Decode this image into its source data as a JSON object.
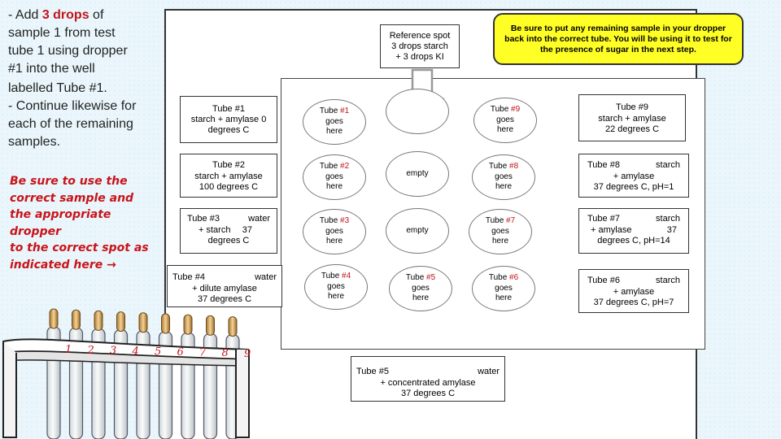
{
  "instructions": {
    "line1_pre": "- Add ",
    "line1_hl": "3 drops",
    "line1_post": "  of",
    "line2": "sample 1 from test",
    "line3": "tube 1 using dropper",
    "line4": "#1 into the well",
    "line5": "labelled Tube #1.",
    "line6": "- Continue likewise for",
    "line7": "each of the remaining",
    "line8": "samples.",
    "warn1": "Be sure to use the",
    "warn2": "correct sample and",
    "warn3": "the appropriate dropper",
    "warn4": "to the correct spot as",
    "warn5": "indicated here →"
  },
  "reference": {
    "l1": "Reference spot",
    "l2": "3 drops starch",
    "l3": "+ 3 drops KI"
  },
  "note": "Be sure to put any remaining sample in your dropper back into the correct tube. You will be using it to test for the presence of sugar in the next step.",
  "left_tubes": [
    {
      "l1": "Tube #1",
      "l2": "starch + amylase  0",
      "l3": "degrees C"
    },
    {
      "l1": "Tube #2",
      "l2": "starch + amylase",
      "l3": "100 degrees C"
    },
    {
      "a": "Tube #3",
      "b": "water",
      "l2a": "+ starch",
      "l2b": "37",
      "l3": "degrees C"
    },
    {
      "a": "Tube #4",
      "b": "water",
      "l2": "+ dilute amylase",
      "l3": "37 degrees C"
    }
  ],
  "right_tubes": [
    {
      "l1": "Tube #9",
      "l2": "starch + amylase",
      "l3": "22 degrees C"
    },
    {
      "a": "Tube #8",
      "b": "starch",
      "l2": "+ amylase",
      "l3": "37 degrees C, pH=1"
    },
    {
      "a": "Tube #7",
      "b": "starch",
      "l2a": "+ amylase",
      "l2b": "37",
      "l3": "degrees C, pH=14"
    },
    {
      "a": "Tube #6",
      "b": "starch",
      "l2": "+ amylase",
      "l3": "37 degrees C, pH=7"
    }
  ],
  "bottom_tube": {
    "a": "Tube #5",
    "b": "water",
    "l2": "+ concentrated amylase",
    "l3": "37 degrees C"
  },
  "wells": {
    "tube_word": "Tube",
    "goes": "goes",
    "here": "here",
    "w1": "#1",
    "w2": "#2",
    "w3": "#3",
    "w4": "#4",
    "w5": "#5",
    "w6": "#6",
    "w7": "#7",
    "w8": "#8",
    "w9": "#9",
    "empty": "empty"
  },
  "rack_numbers": [
    "1",
    "2",
    "3",
    "4",
    "5",
    "6",
    "7",
    "8",
    "9"
  ]
}
